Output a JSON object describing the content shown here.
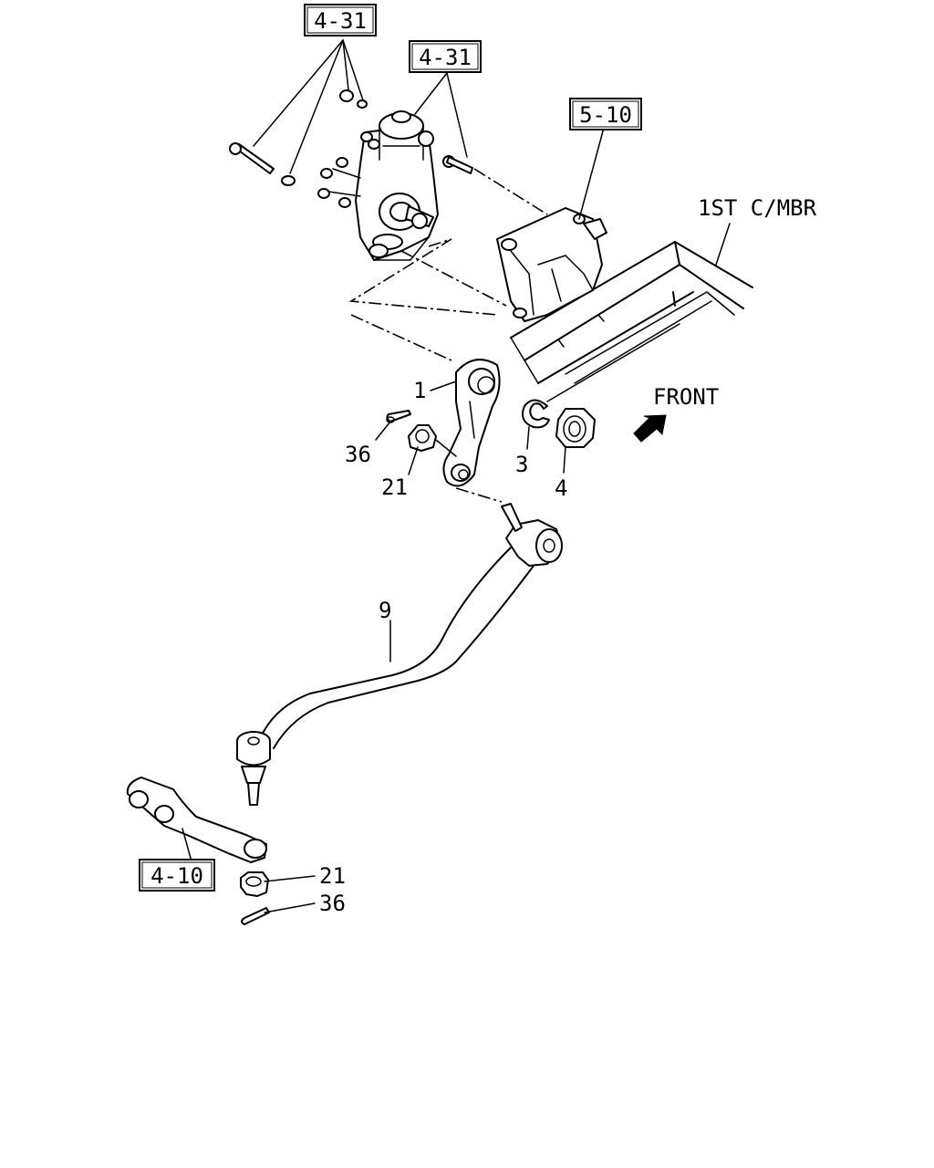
{
  "diagram": {
    "refs": {
      "ref_4_31_a": "4-31",
      "ref_4_31_b": "4-31",
      "ref_5_10": "5-10",
      "ref_4_10": "4-10"
    },
    "labels": {
      "first_crossmember": "1ST C/MBR",
      "front": "FRONT",
      "part_1": "1",
      "part_3": "3",
      "part_4": "4",
      "part_9": "9",
      "part_21_upper": "21",
      "part_21_lower": "21",
      "part_36_upper": "36",
      "part_36_lower": "36"
    }
  }
}
